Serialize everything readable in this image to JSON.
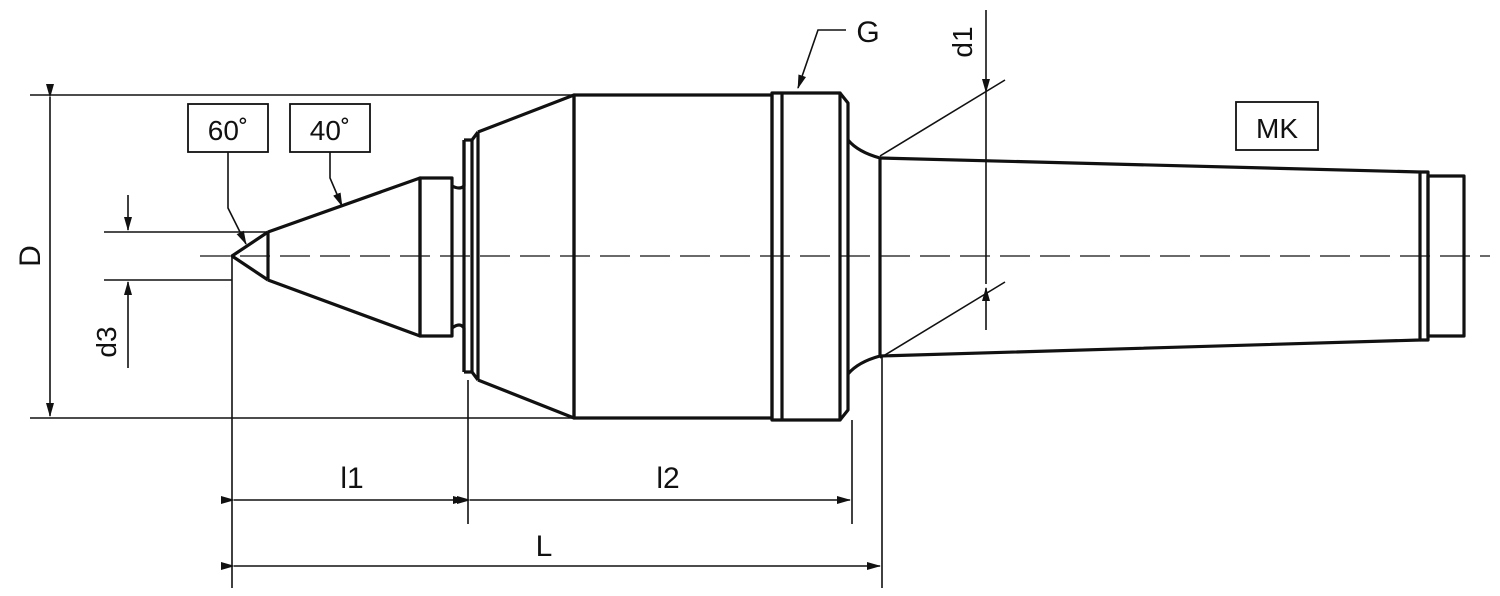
{
  "labels": {
    "angle_tip": "60˚",
    "angle_cone": "40˚",
    "thread": "G",
    "diameter_shank": "d1",
    "diameter_body": "D",
    "diameter_tip": "d3",
    "length_l1": "l1",
    "length_l2": "l2",
    "length_total": "L",
    "morse_taper": "MK"
  }
}
